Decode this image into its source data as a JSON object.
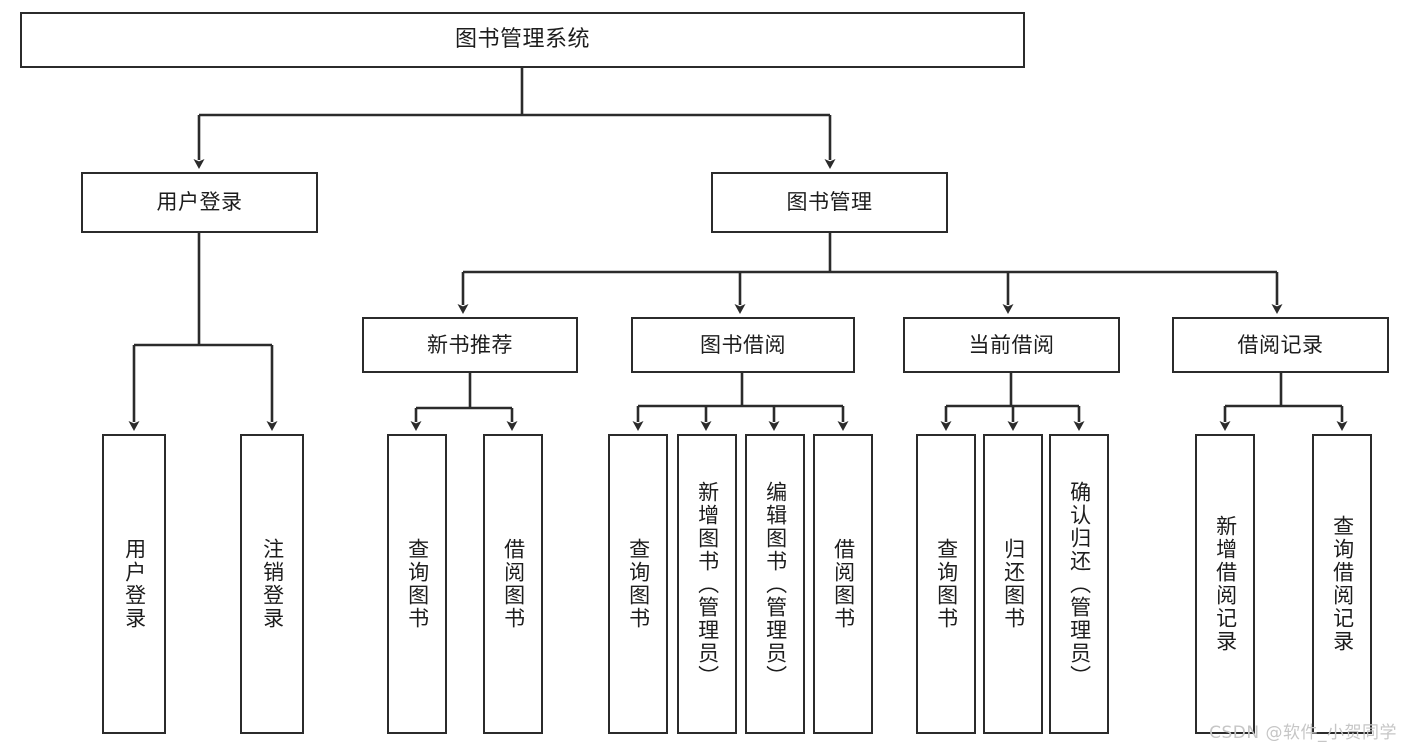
{
  "diagram": {
    "title_node": {
      "label": "图书管理系统"
    },
    "level2": [
      {
        "id": "user-login",
        "label": "用户登录"
      },
      {
        "id": "book-manage",
        "label": "图书管理"
      }
    ],
    "level3": [
      {
        "id": "new-book-recommend",
        "label": "新书推荐"
      },
      {
        "id": "book-borrow",
        "label": "图书借阅"
      },
      {
        "id": "current-borrow",
        "label": "当前借阅"
      },
      {
        "id": "borrow-record",
        "label": "借阅记录"
      }
    ],
    "leaves": {
      "user_login": [
        {
          "id": "leaf-user-login",
          "label": "用户登录"
        },
        {
          "id": "leaf-logout-login",
          "label": "注销登录"
        }
      ],
      "new_book_recommend": [
        {
          "id": "leaf-query-book-1",
          "label": "查询图书"
        },
        {
          "id": "leaf-borrow-book-1",
          "label": "借阅图书"
        }
      ],
      "book_borrow": [
        {
          "id": "leaf-query-book-2",
          "label": "查询图书"
        },
        {
          "id": "leaf-add-book-admin",
          "label": "新增图书（管理员）"
        },
        {
          "id": "leaf-edit-book-admin",
          "label": "编辑图书（管理员）"
        },
        {
          "id": "leaf-borrow-book-2",
          "label": "借阅图书"
        }
      ],
      "current_borrow": [
        {
          "id": "leaf-query-book-3",
          "label": "查询图书"
        },
        {
          "id": "leaf-return-book",
          "label": "归还图书"
        },
        {
          "id": "leaf-confirm-return-admin",
          "label": "确认归还（管理员）"
        }
      ],
      "borrow_record": [
        {
          "id": "leaf-add-borrow-record",
          "label": "新增借阅记录"
        },
        {
          "id": "leaf-query-borrow-record",
          "label": "查询借阅记录"
        }
      ]
    },
    "watermark": "CSDN @软件_小贺同学",
    "colors": {
      "stroke": "#2b2b2b",
      "fill": "#ffffff",
      "text": "#1d1d1d",
      "watermark": "#c6c6c6"
    }
  }
}
